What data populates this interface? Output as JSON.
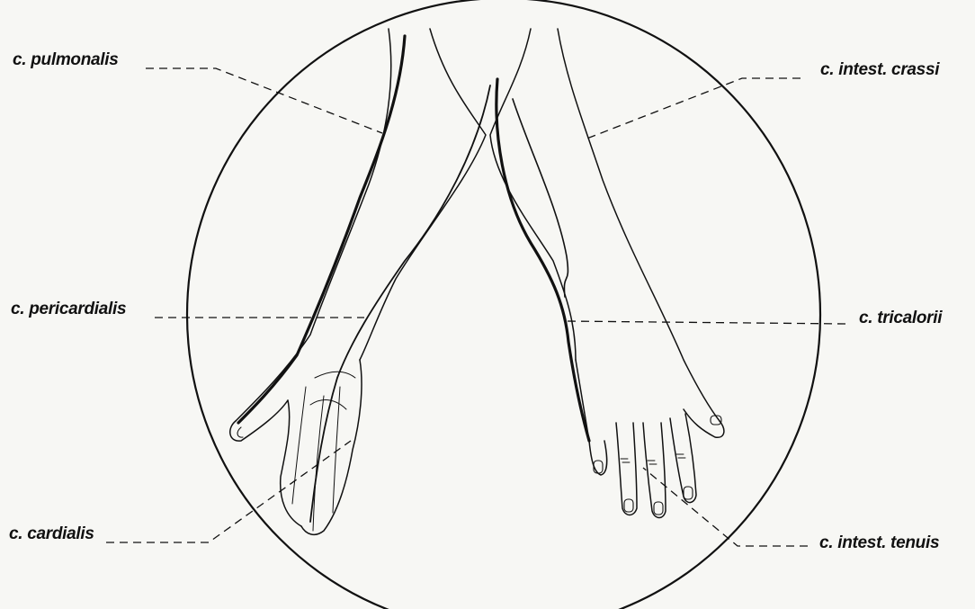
{
  "labels": {
    "pulmonalis": "c. pulmonalis",
    "pericardialis": "c. pericardialis",
    "cardialis": "c. cardialis",
    "intest_crassi": "c. intest. crassi",
    "tricalorii": "c. tricalorii",
    "intest_tenuis": "c. intest. tenuis"
  },
  "colors": {
    "ink": "#111111",
    "paper": "#f7f7f4"
  }
}
